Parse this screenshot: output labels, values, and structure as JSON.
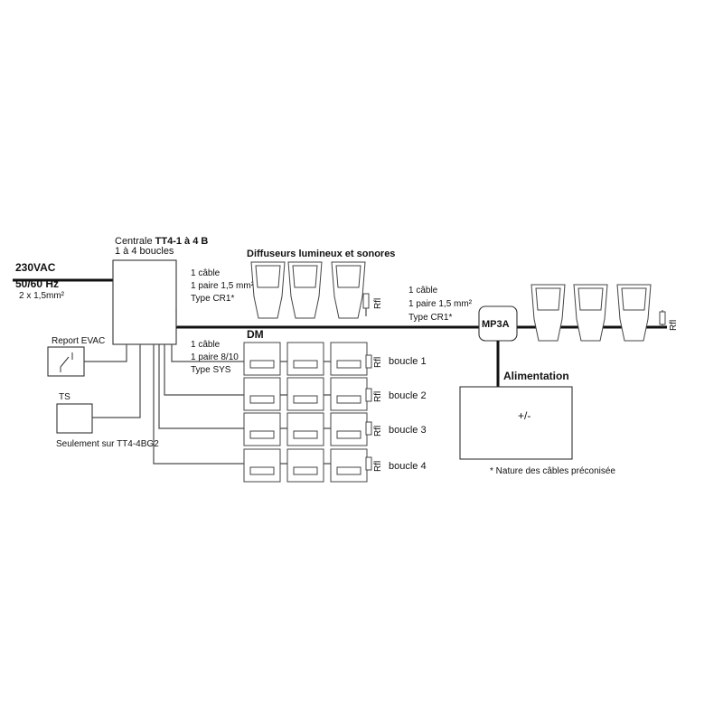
{
  "supply": {
    "line1": "230VAC",
    "line2": "50/60 Hz",
    "line3": "2 x 1,5mm²"
  },
  "centrale": {
    "title_prefix": "Centrale ",
    "title_model": "TT4-1 à 4 B",
    "subtitle": "1 à 4 boucles"
  },
  "report_evac": {
    "label": "Report EVAC"
  },
  "ts": {
    "label": "TS",
    "note": "Seulement sur TT4-4BG2"
  },
  "diffuseurs": {
    "title": "Diffuseurs lumineux et sonores"
  },
  "cable_cr1_a": {
    "line1": "1 câble",
    "line2": "1 paire 1,5 mm²",
    "line3": "Type CR1*"
  },
  "cable_cr1_b": {
    "line1": "1 câble",
    "line2": "1 paire 1,5 mm²",
    "line3": "Type CR1*"
  },
  "cable_sys": {
    "line1": "1 câble",
    "line2": "1 paire 8/10",
    "line3": "Type SYS"
  },
  "dm": {
    "title": "DM"
  },
  "loops": [
    {
      "label": "boucle 1"
    },
    {
      "label": "boucle 2"
    },
    {
      "label": "boucle 3"
    },
    {
      "label": "boucle 4"
    }
  ],
  "mp3a": {
    "label": "MP3A"
  },
  "alimentation": {
    "title": "Alimentation",
    "polarity": "+/-"
  },
  "eol_label": "Rfl",
  "footnote": "* Nature des câbles préconisée"
}
